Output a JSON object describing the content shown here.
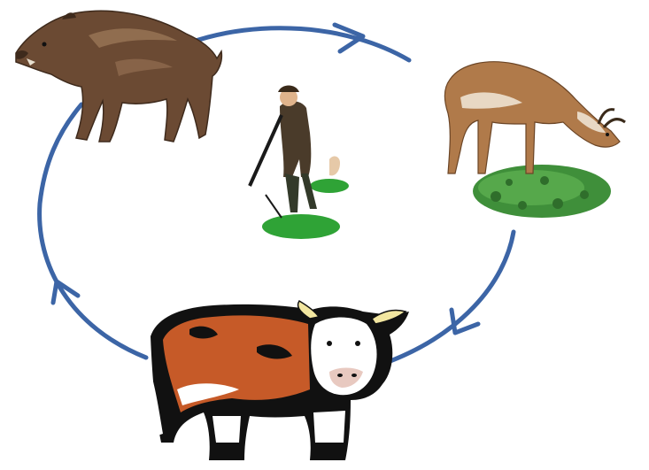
{
  "diagram": {
    "cycle_direction": "clockwise",
    "arrow_color": "#3c65a6",
    "nodes": [
      {
        "id": "boar",
        "icon": "wild-boar-icon",
        "position_word": "top-left",
        "colors": {
          "body": "#6b4a33",
          "dark": "#3e2a1c",
          "light": "#9a7556"
        }
      },
      {
        "id": "antelope",
        "icon": "grazing-antelope-icon",
        "position_word": "top-right",
        "colors": {
          "body": "#b07a4a",
          "light": "#e8d8c4",
          "grass": "#3f8f3a"
        }
      },
      {
        "id": "bull",
        "icon": "hereford-bull-icon",
        "position_word": "bottom",
        "colors": {
          "body": "#c65a28",
          "white": "#ffffff",
          "outline": "#111111"
        }
      },
      {
        "id": "hunter",
        "icon": "hunter-with-rifle-icon",
        "position_word": "center",
        "colors": {
          "coat": "#4a3b2a",
          "base": "#2fa336",
          "skin": "#e0b48c"
        }
      }
    ],
    "edges": [
      {
        "from": "boar",
        "to": "antelope"
      },
      {
        "from": "antelope",
        "to": "bull"
      },
      {
        "from": "bull",
        "to": "boar"
      }
    ]
  }
}
